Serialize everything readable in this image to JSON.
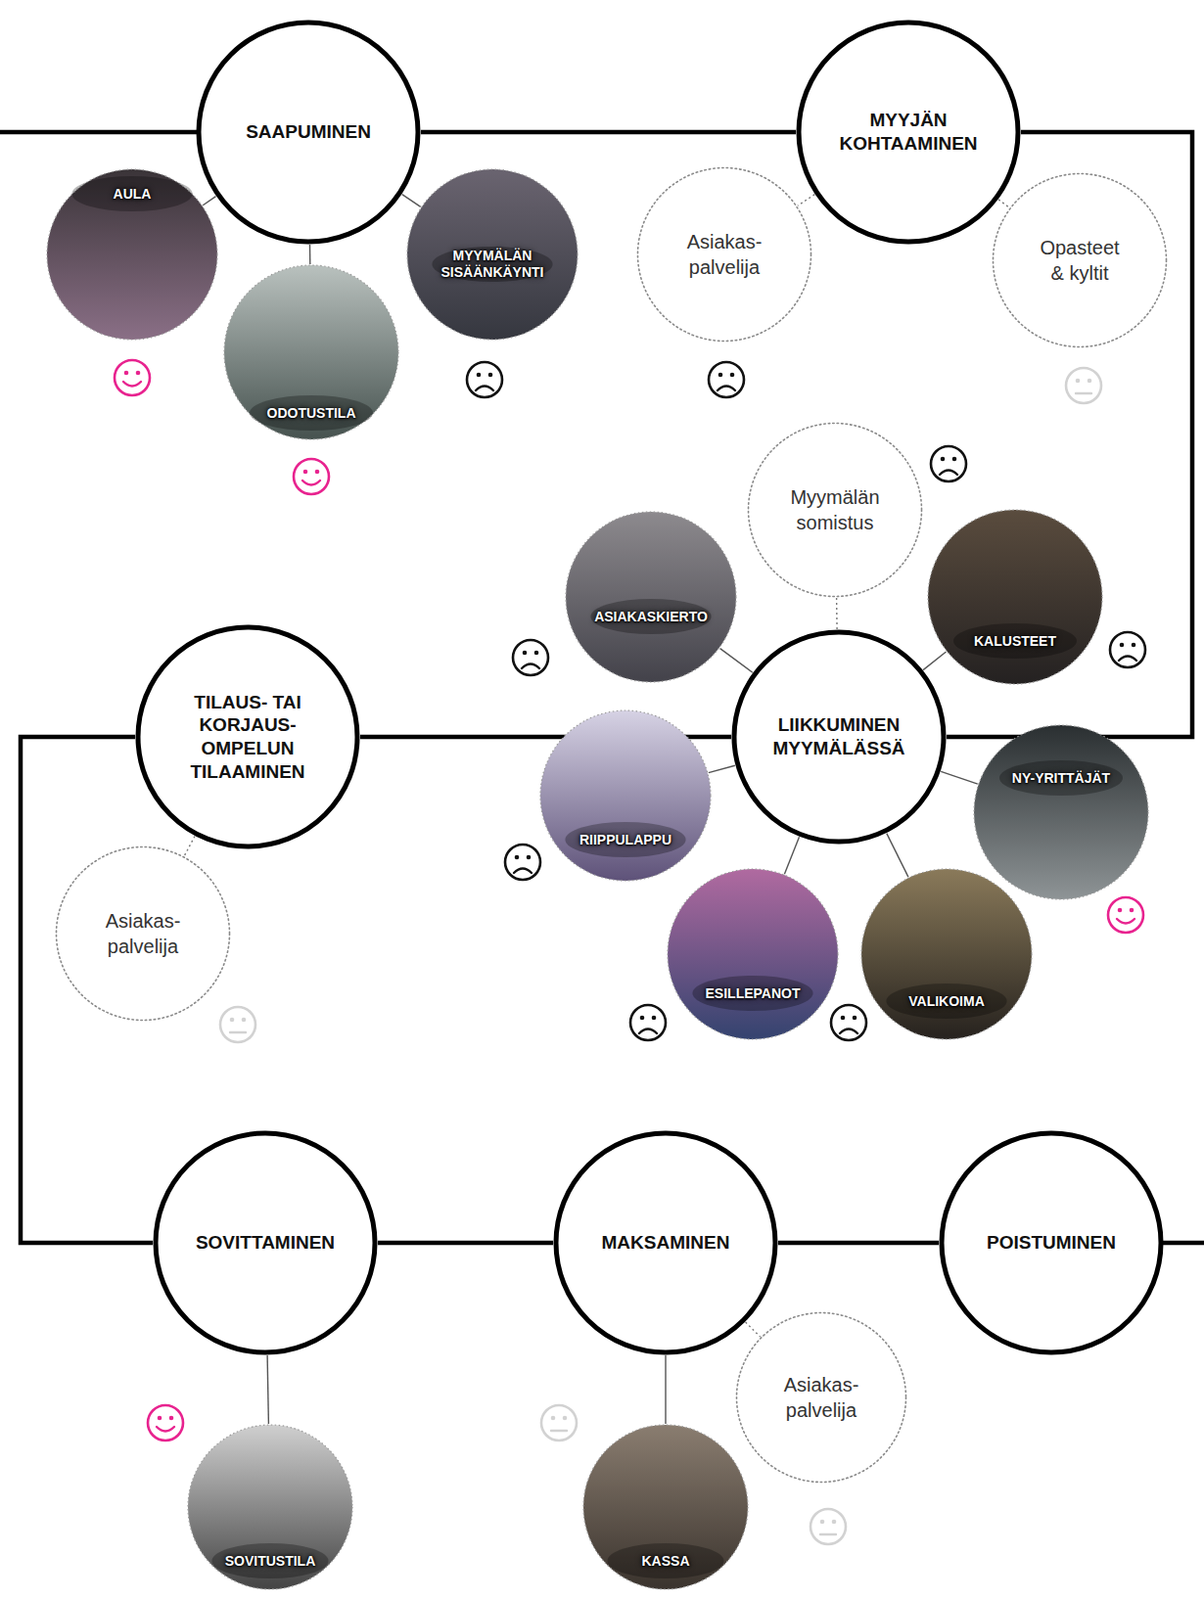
{
  "diagram": {
    "nodes": [
      {
        "text": [
          "SAAPUMINEN"
        ]
      },
      {
        "text": [
          "AULA"
        ]
      },
      {
        "text": [
          "ODOTUSTILA"
        ]
      },
      {
        "text": [
          "MYYMÄLÄN SISÄÄNKÄYNTI"
        ]
      },
      {
        "text": [
          "MYYJÄN KOHTAAMINEN"
        ]
      },
      {
        "text": [
          "Asiakas- palvelija"
        ]
      },
      {
        "text": [
          "Opasteet & kyltit"
        ]
      },
      {
        "text": [
          "Myymälän somistus"
        ]
      },
      {
        "text": [
          "ASIAKASKIERTO"
        ]
      },
      {
        "text": [
          "KALUSTEET"
        ]
      },
      {
        "text": [
          "TILAUS- TAI KORJAUS- OMPELUN TILAAMINEN"
        ]
      },
      {
        "text": [
          "LIIKKUMINEN MYYMÄLÄSSÄ"
        ]
      },
      {
        "text": [
          "RIIPPULAPPU"
        ]
      },
      {
        "text": [
          "NY-YRITTÄJÄT"
        ]
      },
      {
        "text": [
          "Asiakas- palvelija"
        ]
      },
      {
        "text": [
          "ESILLEPANOT"
        ]
      },
      {
        "text": [
          "VALIKOIMA"
        ]
      },
      {
        "text": [
          "SOVITTAMINEN"
        ]
      },
      {
        "text": [
          "MAKSAMINEN"
        ]
      },
      {
        "text": [
          "POISTUMINEN"
        ]
      },
      {
        "text": [
          "Asiakas- palvelija"
        ]
      },
      {
        "text": [
          "SOVITUSTILA"
        ]
      },
      {
        "text": [
          "KASSA"
        ]
      }
    ],
    "edges": [
      {
        "from": 0,
        "to": 4,
        "arrow": "none"
      },
      {
        "from": 4,
        "to": 11,
        "arrow": "none"
      },
      {
        "from": 11,
        "to": 10,
        "arrow": "none"
      },
      {
        "from": 10,
        "to": 17,
        "arrow": "none"
      },
      {
        "from": 17,
        "to": 18,
        "arrow": "none"
      },
      {
        "from": 18,
        "to": 19,
        "arrow": "none"
      },
      {
        "from": 0,
        "to": 1,
        "arrow": "none"
      },
      {
        "from": 0,
        "to": 2,
        "arrow": "none"
      },
      {
        "from": 0,
        "to": 3,
        "arrow": "none"
      },
      {
        "from": 4,
        "to": 5,
        "arrow": "none"
      },
      {
        "from": 4,
        "to": 6,
        "arrow": "none"
      },
      {
        "from": 11,
        "to": 7,
        "arrow": "none"
      },
      {
        "from": 11,
        "to": 8,
        "arrow": "none"
      },
      {
        "from": 11,
        "to": 9,
        "arrow": "none"
      },
      {
        "from": 11,
        "to": 12,
        "arrow": "none"
      },
      {
        "from": 11,
        "to": 13,
        "arrow": "none"
      },
      {
        "from": 11,
        "to": 15,
        "arrow": "none"
      },
      {
        "from": 11,
        "to": 16,
        "arrow": "none"
      },
      {
        "from": 10,
        "to": 14,
        "arrow": "none"
      },
      {
        "from": 17,
        "to": 21,
        "arrow": "none"
      },
      {
        "from": 18,
        "to": 22,
        "arrow": "none"
      },
      {
        "from": 18,
        "to": 20,
        "arrow": "none"
      }
    ]
  }
}
